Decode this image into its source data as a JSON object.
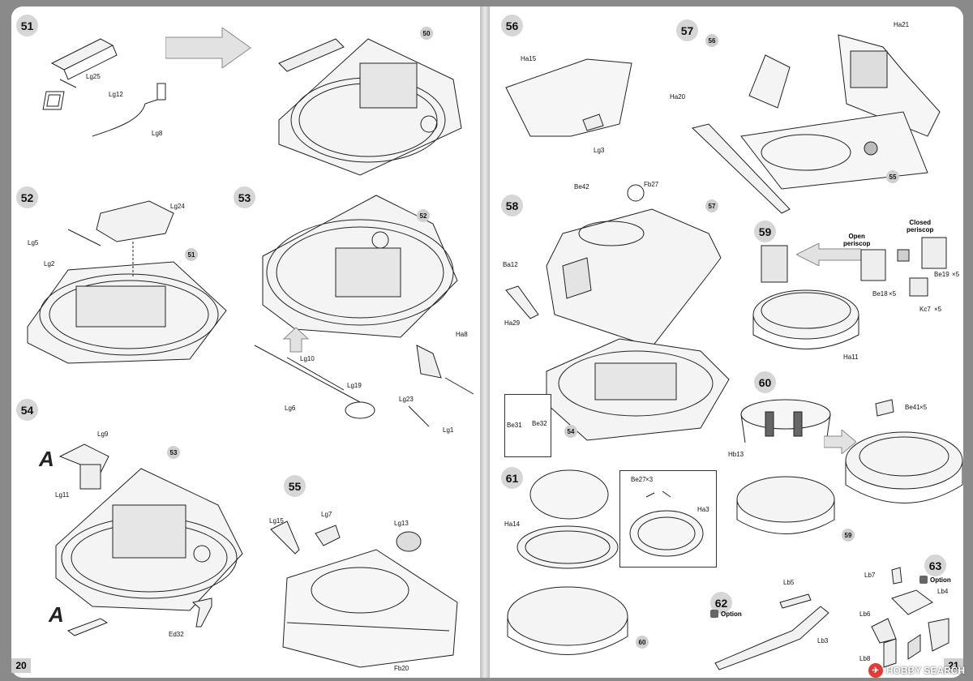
{
  "steps": {
    "s51": "51",
    "s52": "52",
    "s53": "53",
    "s54": "54",
    "s55": "55",
    "s56": "56",
    "s57": "57",
    "s58": "58",
    "s59": "59",
    "s60": "60",
    "s61": "61",
    "s62": "62",
    "s63": "63"
  },
  "page_numbers": {
    "left": "20",
    "right": "21"
  },
  "labels": {
    "lg25": "Lg25",
    "lg12": "Lg12",
    "lg8": "Lg8",
    "ref50": "50",
    "lg24": "Lg24",
    "lg5": "Lg5",
    "lg2": "Lg2",
    "ref51": "51",
    "ref52": "52",
    "ha8": "Ha8",
    "lg10": "Lg10",
    "lg19": "Lg19",
    "lg6": "Lg6",
    "lg23": "Lg23",
    "lg1": "Lg1",
    "lg9": "Lg9",
    "lg11": "Lg11",
    "ref53": "53",
    "ed32": "Ed32",
    "a1": "A",
    "a2": "A",
    "lg15": "Lg15",
    "lg7": "Lg7",
    "lg13": "Lg13",
    "fb20": "Fb20",
    "ha15": "Ha15",
    "lg3": "Lg3",
    "ha21": "Ha21",
    "ref56": "56",
    "ha20": "Ha20",
    "ref55": "55",
    "be42": "Be42",
    "fb27": "Fb27",
    "ref57": "57",
    "ba12": "Ba12",
    "ha29": "Ha29",
    "be31": "Be31",
    "be32": "Be32",
    "ref54": "54",
    "open_periscop": "Open\nperiscop",
    "closed_periscop": "Closed\nperiscop",
    "be19": "Be19",
    "be18": "Be18",
    "kc7": "Kc7",
    "ha11": "Ha11",
    "be41": "Be41",
    "hb13": "Hb13",
    "ref59": "59",
    "be27": "Be27",
    "ha3": "Ha3",
    "ha14": "Ha14",
    "ref60": "60",
    "lb5": "Lb5",
    "lb3": "Lb3",
    "option62": "Option",
    "option63": "Option",
    "lb7": "Lb7",
    "lb4": "Lb4",
    "lb6": "Lb6",
    "lb8": "Lb8",
    "x5a": "×5",
    "x5b": "×5",
    "x5c": "×5",
    "x5d": "×5",
    "x3": "×3"
  },
  "watermark": {
    "brand": "HOBBY SEARCH"
  },
  "colors": {
    "paper": "#ffffff",
    "step_circle": "#d6d6d6",
    "line": "#222222",
    "arrow_fill": "#e2e2e2",
    "background": "#8a8a8a"
  }
}
